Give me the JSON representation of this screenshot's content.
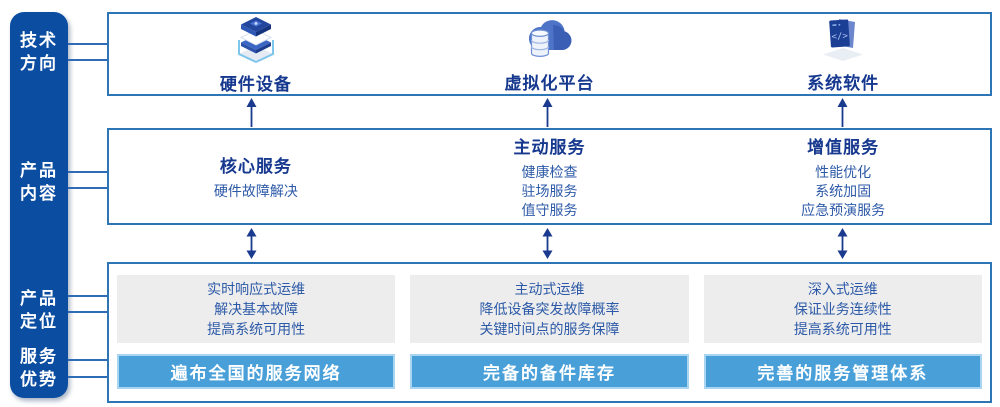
{
  "colors": {
    "sidebar_bg": "#0b4da1",
    "panel_border": "#2e75b6",
    "connector": "#2e6cb5",
    "heading_text": "#16388f",
    "body_text": "#2d5aa8",
    "arrow": "#1a3a8f",
    "bar_bg": "#49a0d9",
    "bar_border": "#aad5f0",
    "bar_text": "#ffffff",
    "gray_panel_bg": "#ededed"
  },
  "sidebar": {
    "items": [
      {
        "label": "技术\n方向"
      },
      {
        "label": "产品\n内容"
      },
      {
        "label": "产品\n定位"
      },
      {
        "label": "服务\n优势"
      }
    ]
  },
  "tech_row": {
    "items": [
      {
        "icon": "server-stack-icon",
        "label": "硬件设备"
      },
      {
        "icon": "cloud-database-icon",
        "label": "虚拟化平台"
      },
      {
        "icon": "code-window-icon",
        "label": "系统软件"
      }
    ]
  },
  "content_row": {
    "items": [
      {
        "title": "核心服务",
        "lines": [
          "硬件故障解决"
        ]
      },
      {
        "title": "主动服务",
        "lines": [
          "健康检查",
          "驻场服务",
          "值守服务"
        ]
      },
      {
        "title": "增值服务",
        "lines": [
          "性能优化",
          "系统加固",
          "应急预演服务"
        ]
      }
    ]
  },
  "bottom_row": {
    "items": [
      {
        "lines": [
          "实时响应式运维",
          "解决基本故障",
          "提高系统可用性"
        ],
        "bar": "遍布全国的服务网络"
      },
      {
        "lines": [
          "主动式运维",
          "降低设备突发故障概率",
          "关键时间点的服务保障"
        ],
        "bar": "完备的备件库存"
      },
      {
        "lines": [
          "深入式运维",
          "保证业务连续性",
          "提高系统可用性"
        ],
        "bar": "完善的服务管理体系"
      }
    ]
  }
}
